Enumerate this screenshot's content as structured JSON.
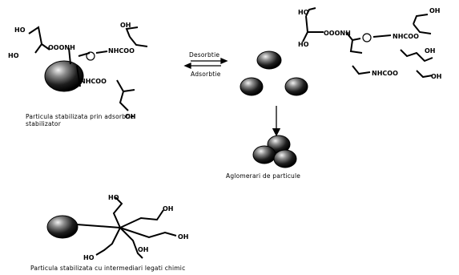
{
  "left_molecule": {
    "labels": {
      "ho_top": "HO",
      "ho_left": "HO",
      "cooonh": "OOONH",
      "oh_top": "OH",
      "nhcoo_right": "NHCOO",
      "nhcoo_bottom": "NHCOO",
      "oh_bottom": "OH"
    },
    "caption_line1": "Particula stabilizata prin adsorbtie",
    "caption_line2": "stabilizator"
  },
  "equilibrium": {
    "forward_label": "Desorbtie",
    "reverse_label": "Adsorbtie"
  },
  "right_molecule": {
    "labels": {
      "ho_top": "HO",
      "ho_left": "HO",
      "cooonh": "OOONH",
      "oh_top_right": "OH",
      "nhcoo_right": "NHCOO",
      "oh_mid_right": "OH",
      "nhcoo_bottom": "NHCOO",
      "oh_bottom_right": "OH"
    }
  },
  "aggregation": {
    "caption": "Aglomerari de particule"
  },
  "bottom_molecule": {
    "labels": {
      "ho_top": "HO",
      "oh_right_top": "OH",
      "oh_right": "OH",
      "ho_bottom": "HO",
      "oh_bottom": "OH"
    },
    "caption": "Particula stabilizata cu intermediari legati chimic"
  }
}
